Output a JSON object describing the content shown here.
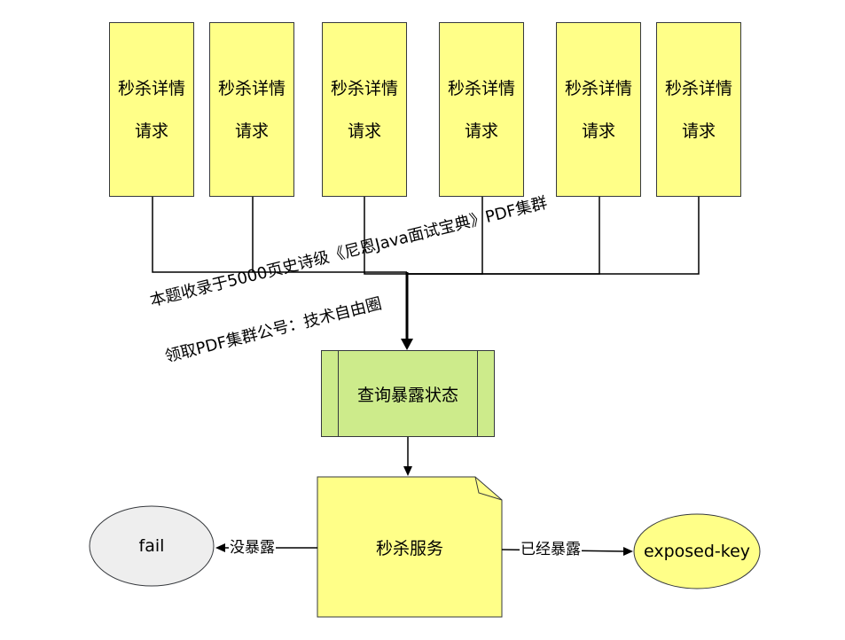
{
  "requests": [
    {
      "line1": "秒杀详情",
      "line2": "请求"
    },
    {
      "line1": "秒杀详情",
      "line2": "请求"
    },
    {
      "line1": "秒杀详情",
      "line2": "请求"
    },
    {
      "line1": "秒杀详情",
      "line2": "请求"
    },
    {
      "line1": "秒杀详情",
      "line2": "请求"
    },
    {
      "line1": "秒杀详情",
      "line2": "请求"
    }
  ],
  "query_node": {
    "label": "查询暴露状态"
  },
  "service_node": {
    "label": "秒杀服务"
  },
  "fail_node": {
    "label": "fail"
  },
  "exposed_node": {
    "label": "exposed-key"
  },
  "edges": {
    "not_exposed": "没暴露",
    "exposed": "已经暴露"
  },
  "watermark": {
    "line1": "本题收录于5000页史诗级《尼恩Java面试宝典》PDF集群",
    "line2": "领取PDF集群公号：技术自由圈"
  },
  "colors": {
    "request_fill": "#ffff88",
    "query_fill": "#cdeb8b",
    "service_fill": "#ffff88",
    "fail_fill": "#eeeeee",
    "exposed_fill": "#ffff88",
    "stroke": "#36393d"
  }
}
